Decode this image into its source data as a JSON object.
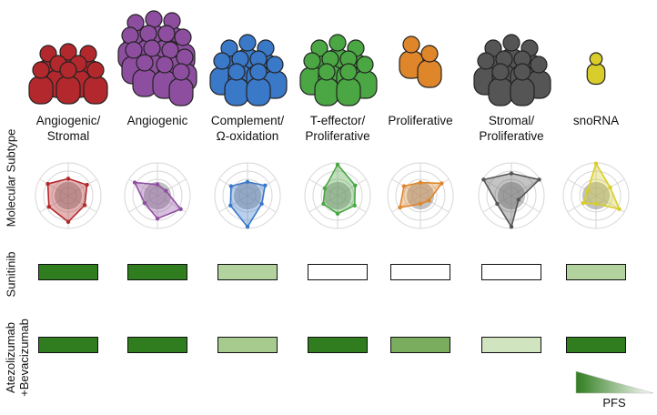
{
  "row_labels": {
    "molecular_subtype": "Molecular Subtype",
    "sunitinib": "Sunitinib",
    "atezolizumab": "Atezolizumab\n+Bevacizumab"
  },
  "legend": {
    "label": "PFS",
    "dark_color": "#2f7d1e",
    "light_color": "#ffffff"
  },
  "neutral_color": "#8f8f8f",
  "subtypes": [
    {
      "name": "Angiogenic/\nStromal",
      "color": "#b3282c",
      "people": "group-small",
      "radar": [
        0.52,
        0.66,
        0.58,
        0.8,
        0.68,
        0.72
      ],
      "sunitinib": "#2f7d1e",
      "atezo": "#2f7d1e"
    },
    {
      "name": "Angiogenic",
      "color": "#8e4ea0",
      "people": "group-large",
      "radar": [
        0.34,
        0.3,
        0.82,
        0.7,
        0.45,
        0.8
      ],
      "sunitinib": "#2f7d1e",
      "atezo": "#2f7d1e"
    },
    {
      "name": "Complement/\nΩ-oxidation",
      "color": "#3a78c8",
      "people": "group-medium",
      "radar": [
        0.42,
        0.62,
        0.5,
        0.95,
        0.6,
        0.58
      ],
      "sunitinib": "#b3d39e",
      "atezo": "#a7ca8f"
    },
    {
      "name": "T-effector/\nProliferative",
      "color": "#4aa743",
      "people": "group-medium",
      "radar": [
        0.95,
        0.62,
        0.6,
        0.55,
        0.5,
        0.45
      ],
      "sunitinib": "#ffffff",
      "atezo": "#2f7d1e"
    },
    {
      "name": "Proliferative",
      "color": "#e0862a",
      "people": "group-pair",
      "radar": [
        0.4,
        0.75,
        0.3,
        0.25,
        0.72,
        0.58
      ],
      "sunitinib": "#ffffff",
      "atezo": "#7aad5d"
    },
    {
      "name": "Stromal/\nProliferative",
      "color": "#555555",
      "people": "group-medium",
      "radar": [
        0.68,
        0.98,
        0.25,
        0.95,
        0.5,
        0.98
      ],
      "sunitinib": "#ffffff",
      "atezo": "#cfe4bf"
    },
    {
      "name": "snoRNA",
      "color": "#d8cd2a",
      "people": "single",
      "radar": [
        0.98,
        0.5,
        0.82,
        0.25,
        0.45,
        0.3
      ],
      "sunitinib": "#b3d39e",
      "atezo": "#2f7d1e"
    }
  ]
}
